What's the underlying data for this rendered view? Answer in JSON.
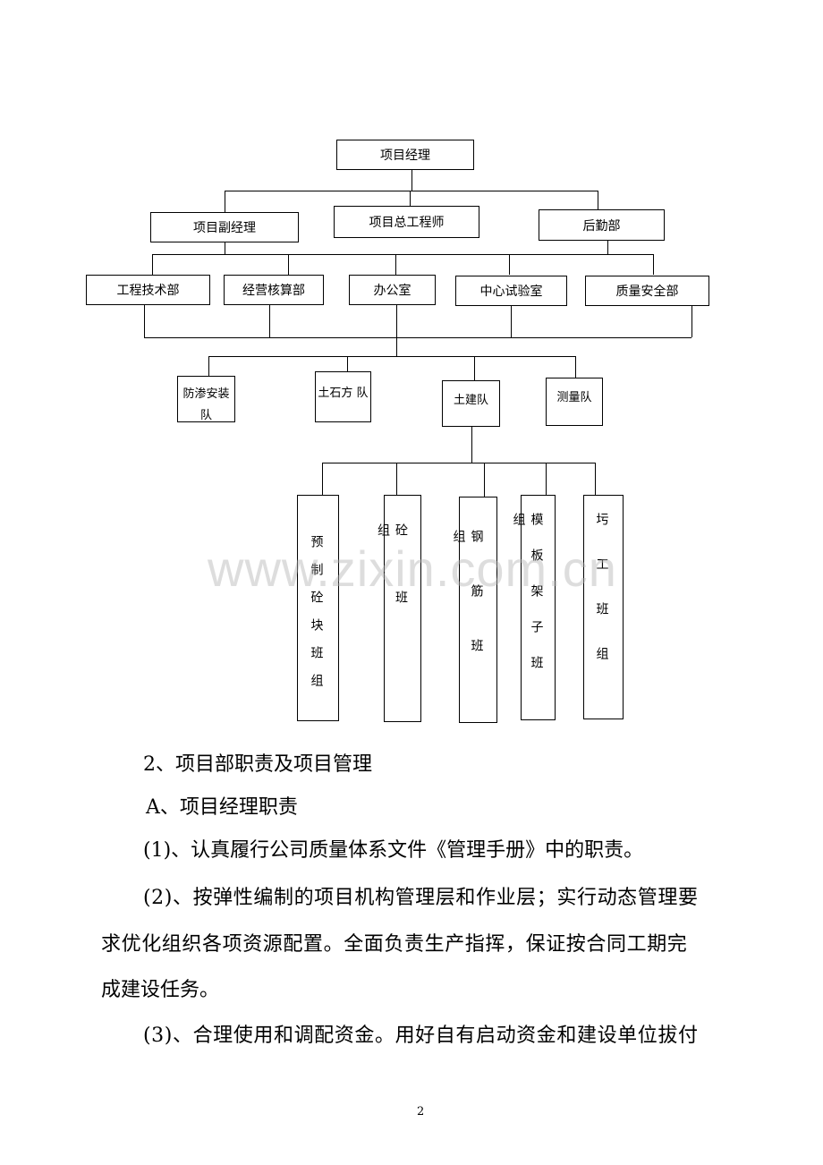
{
  "org_chart": {
    "top": "项目经理",
    "level2": [
      "项目副经理",
      "项目总工程师",
      "后勤部"
    ],
    "departments": [
      "工程技术部",
      "经营核算部",
      "办公室",
      "中心试验室",
      "质量安全部"
    ],
    "teams": [
      "防渗安装队",
      "土石方 队",
      "土建队",
      "测量队"
    ],
    "groups": [
      "预制砼块班组",
      "砼班组",
      "钢筋班组",
      "模板架子班组",
      "圬工班组"
    ]
  },
  "text": {
    "heading": "2、项目部职责及项目管理",
    "subheading": "A、项目经理职责",
    "item1": "(1)、认真履行公司质量体系文件《管理手册》中的职责。",
    "item2_lines": [
      "(2)、按弹性编制的项目机构管理层和作业层；实行动态管理要",
      "求优化组织各项资源配置。全面负责生产指挥，保证按合同工期完",
      "成建设任务。"
    ],
    "item3": "(3)、合理使用和调配资金。用好自有启动资金和建设单位拔付"
  },
  "watermark": "www.zixin.com.cn",
  "page_number": "2"
}
